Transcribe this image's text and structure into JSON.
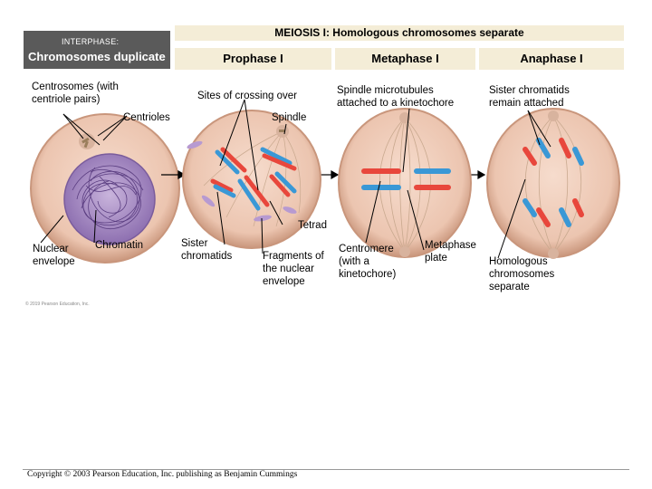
{
  "interphase": {
    "title": "INTERPHASE:",
    "subtitle": "Chromosomes duplicate"
  },
  "meiosis_title": "MEIOSIS I: Homologous chromosomes separate",
  "stages": {
    "prophase": "Prophase I",
    "metaphase": "Metaphase I",
    "anaphase": "Anaphase I"
  },
  "labels": {
    "centrosomes": "Centrosomes (with centriole pairs)",
    "centrioles": "Centrioles",
    "crossing": "Sites of crossing over",
    "spindle": "Spindle",
    "spindle_microtubules": "Spindle microtubules attached to a kinetochore",
    "sister_attached": "Sister chromatids remain attached",
    "tetrad": "Tetrad",
    "nuclear_envelope": "Nuclear envelope",
    "chromatin": "Chromatin",
    "sister_chromatids": "Sister chromatids",
    "fragments": "Fragments of the nuclear envelope",
    "centromere": "Centromere (with a kinetochore)",
    "metaphase_plate": "Metaphase plate",
    "homologous": "Homologous chromosomes separate"
  },
  "image_credit": "© 2019 Pearson Education, Inc.",
  "footer": "Copyright © 2003 Pearson Education, Inc. publishing as Benjamin Cummings",
  "colors": {
    "cell": "#ecc9b5",
    "cell_edge": "#c9967c",
    "nucleus": "#b9a2cf",
    "chromatin": "#6a4c8c",
    "chrom_red": "#e8473c",
    "chrom_blue": "#3a98d6",
    "header_bg": "#f4edd7",
    "interphase_bg": "#5a5a5a"
  }
}
